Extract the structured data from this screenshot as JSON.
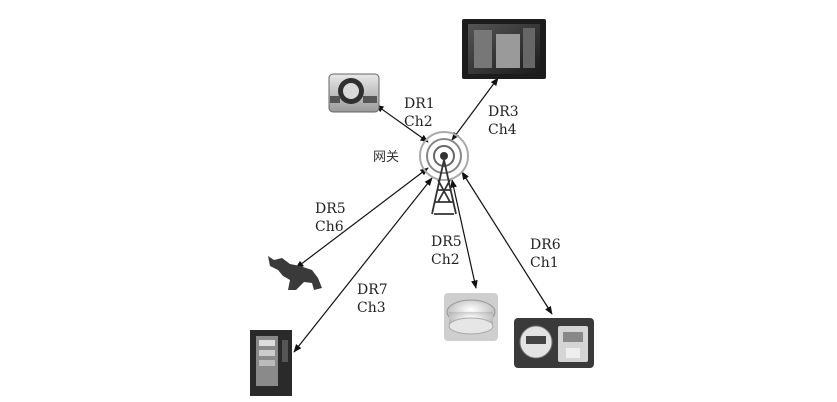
{
  "gateway": {
    "label": "网关",
    "icon": "radio-tower-icon"
  },
  "links": [
    {
      "id": "water-meter",
      "rate": "DR1",
      "channel": "Ch2",
      "device_icon": "water-meter-icon"
    },
    {
      "id": "monitor",
      "rate": "DR3",
      "channel": "Ch4",
      "device_icon": "display-monitor-icon"
    },
    {
      "id": "pet-tracker",
      "rate": "DR5",
      "channel": "Ch6",
      "device_icon": "dog-icon"
    },
    {
      "id": "vending-machine",
      "rate": "DR7",
      "channel": "Ch3",
      "device_icon": "vending-machine-icon"
    },
    {
      "id": "smoke-detector",
      "rate": "DR5",
      "channel": "Ch2",
      "device_icon": "smoke-detector-icon"
    },
    {
      "id": "electric-meter",
      "rate": "DR6",
      "channel": "Ch1",
      "device_icon": "electric-meter-icon"
    }
  ]
}
